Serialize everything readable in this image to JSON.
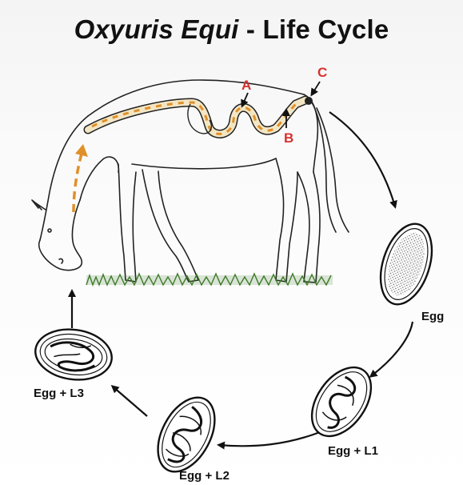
{
  "title": {
    "species": "Oxyuris Equi",
    "separator": " - ",
    "rest": "Life Cycle"
  },
  "markers": {
    "a": "A",
    "b": "B",
    "c": "C"
  },
  "stages": {
    "egg": "Egg",
    "egg_l1": "Egg + L1",
    "egg_l2": "Egg + L2",
    "egg_l3": "Egg + L3"
  },
  "colors": {
    "marker_red": "#d6322f",
    "migration_orange": "#e0902a",
    "grass_green": "#3f7a2a"
  }
}
